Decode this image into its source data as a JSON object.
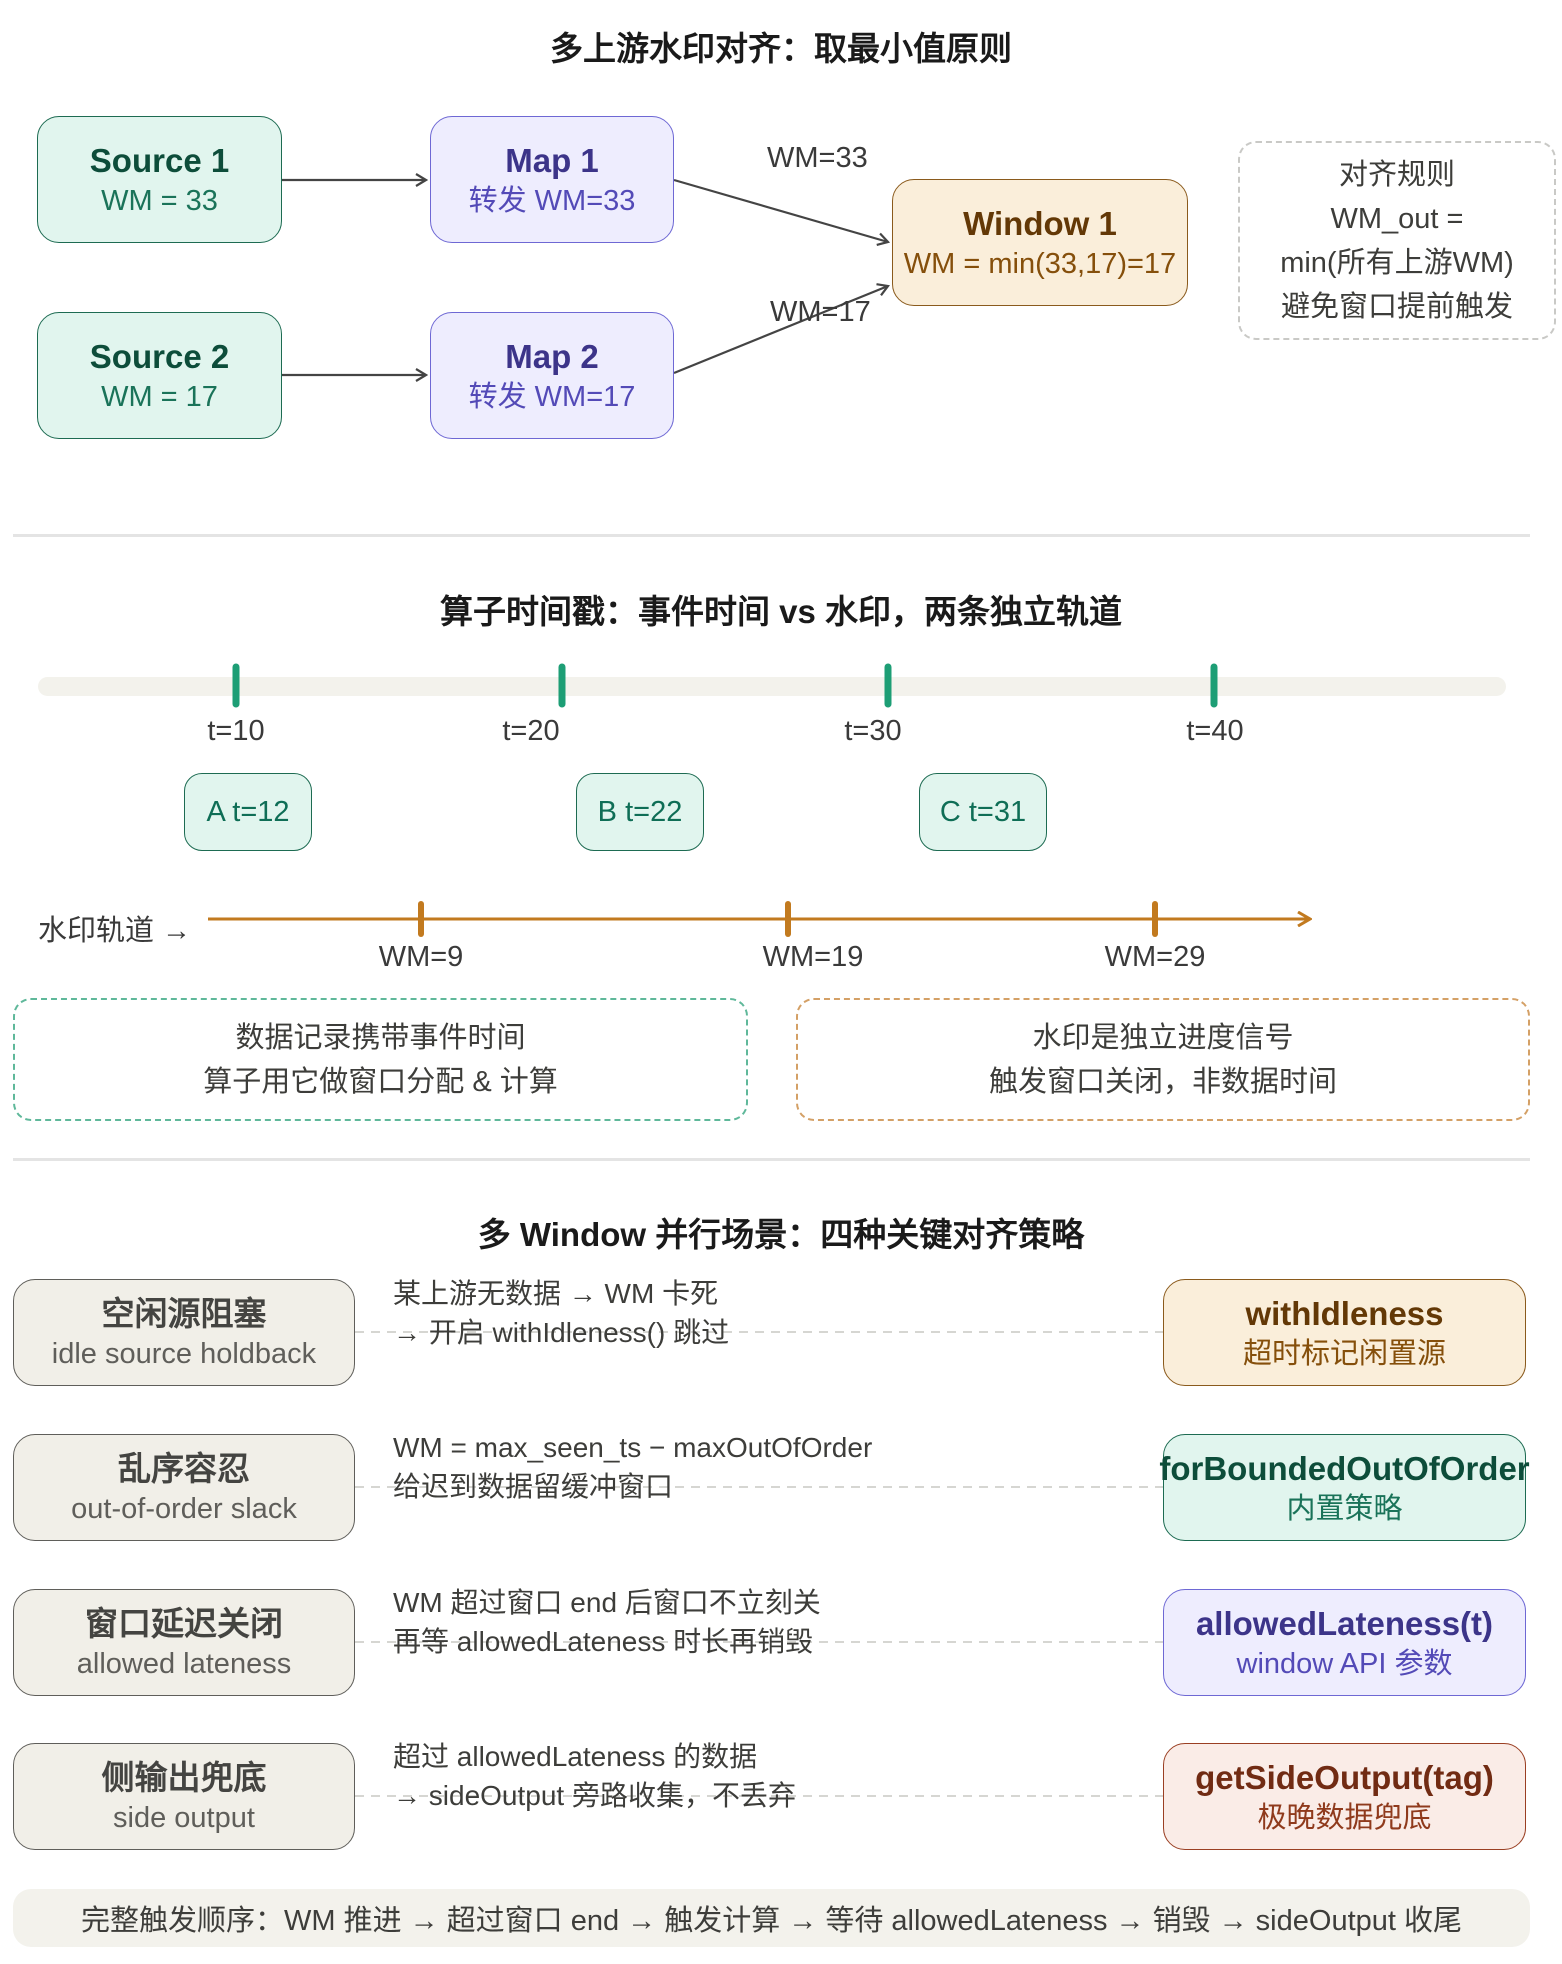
{
  "section1": {
    "title": "多上游水印对齐：取最小值原则",
    "sources": [
      {
        "name": "Source 1",
        "wm": "WM = 33"
      },
      {
        "name": "Source 2",
        "wm": "WM = 17"
      }
    ],
    "maps": [
      {
        "name": "Map 1",
        "wm": "转发 WM=33"
      },
      {
        "name": "Map 2",
        "wm": "转发 WM=17"
      }
    ],
    "edge_labels": [
      "WM=33",
      "WM=17"
    ],
    "window": {
      "name": "Window 1",
      "wm": "WM = min(33,17)=17"
    },
    "rule_box": {
      "lines": [
        "对齐规则",
        "WM_out =",
        "min(所有上游WM)",
        "避免窗口提前触发"
      ]
    }
  },
  "section2": {
    "title": "算子时间戳：事件时间 vs 水印，两条独立轨道",
    "time_ticks": [
      {
        "label": "t=10",
        "value": 10
      },
      {
        "label": "t=20",
        "value": 20
      },
      {
        "label": "t=30",
        "value": 30
      },
      {
        "label": "t=40",
        "value": 40
      }
    ],
    "events": [
      {
        "label": "A t=12",
        "t": 12
      },
      {
        "label": "B t=22",
        "t": 22
      },
      {
        "label": "C t=31",
        "t": 31
      }
    ],
    "watermark_track_label": "水印轨道 →",
    "watermarks": [
      {
        "label": "WM=9",
        "value": 9
      },
      {
        "label": "WM=19",
        "value": 19
      },
      {
        "label": "WM=29",
        "value": 29
      }
    ],
    "note_left": [
      "数据记录携带事件时间",
      "算子用它做窗口分配 & 计算"
    ],
    "note_right": [
      "水印是独立进度信号",
      "触发窗口关闭，非数据时间"
    ]
  },
  "section3": {
    "title": "多 Window 并行场景：四种关键对齐策略",
    "rows": [
      {
        "problem": "空闲源阻塞",
        "problem_en": "idle source holdback",
        "desc": [
          "某上游无数据 → WM 卡死",
          "→ 开启 withIdleness() 跳过"
        ],
        "solution": "withIdleness",
        "solution_sub": "超时标记闲置源",
        "style": "amber"
      },
      {
        "problem": "乱序容忍",
        "problem_en": "out-of-order slack",
        "desc": [
          "WM = max_seen_ts − maxOutOfOrder",
          "给迟到数据留缓冲窗口"
        ],
        "solution": "forBoundedOutOfOrder",
        "solution_sub": "内置策略",
        "style": "green"
      },
      {
        "problem": "窗口延迟关闭",
        "problem_en": "allowed lateness",
        "desc": [
          "WM 超过窗口 end 后窗口不立刻关",
          "再等 allowedLateness 时长再销毁"
        ],
        "solution": "allowedLateness(t)",
        "solution_sub": "window API 参数",
        "style": "purple"
      },
      {
        "problem": "侧输出兜底",
        "problem_en": "side output",
        "desc": [
          "超过 allowedLateness 的数据",
          "→ sideOutput 旁路收集，不丢弃"
        ],
        "solution": "getSideOutput(tag)",
        "solution_sub": "极晚数据兜底",
        "style": "coral"
      }
    ]
  },
  "footer": {
    "text": "完整触发顺序：WM 推进 → 超过窗口 end → 触发计算 → 等待 allowedLateness → 销毁 → sideOutput 收尾"
  },
  "colors": {
    "event_tick": "#1d9e75",
    "watermark": "#c27a1f",
    "arrow": "#444444",
    "track": "#f3f2ec"
  }
}
